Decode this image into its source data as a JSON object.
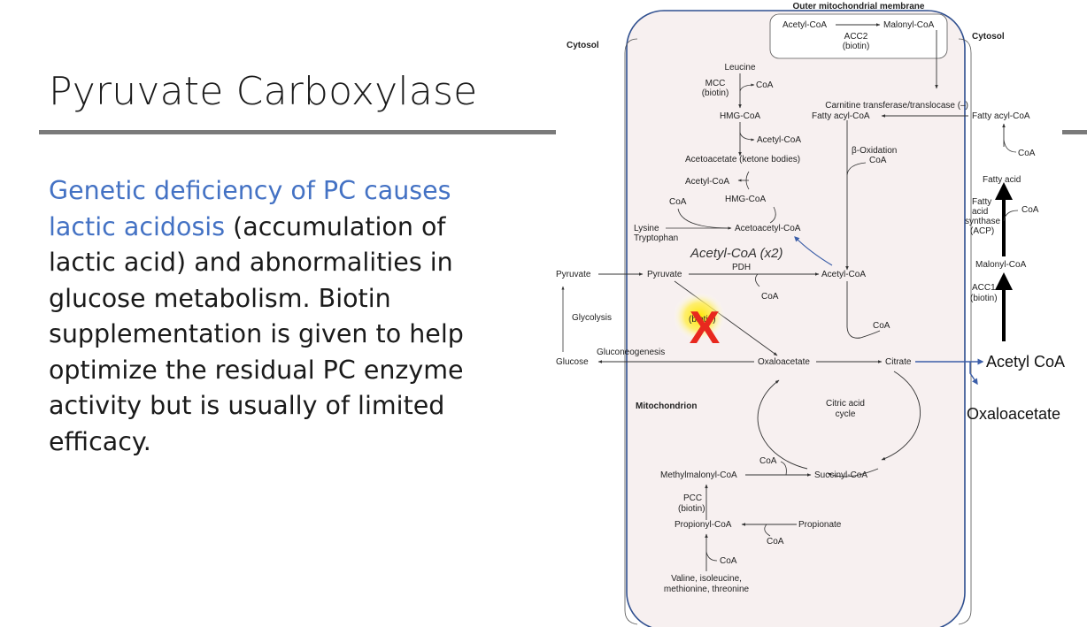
{
  "slide": {
    "title": "Pyruvate Carboxylase",
    "body_highlight": "Genetic deficiency of PC causes lactic acidosis",
    "body_rest": " (accumulation of lactic acid) and abnormalities in glucose metabolism.  Biotin supplementation is given to help optimize the residual PC enzyme activity but is usually of limited efficacy."
  },
  "diagram": {
    "outer_membrane": "Outer mitochondrial membrane",
    "cytosol_left": "Cytosol",
    "cytosol_right": "Cytosol",
    "mitochondrion": "Mitochondrion",
    "acetyl_coa_top": "Acetyl-CoA",
    "malonyl_coa_top": "Malonyl-CoA",
    "acc2": "ACC2",
    "acc2_biotin": "(biotin)",
    "leucine": "Leucine",
    "mcc": "MCC",
    "mcc_biotin": "(biotin)",
    "coa_leucine": "CoA",
    "hmg_coa": "HMG-CoA",
    "acetyl_coa_side": "Acetyl-CoA",
    "acetoacetate": "Acetoacetate (ketone bodies)",
    "acetyl_coa_ket": "Acetyl-CoA",
    "coa_ket": "CoA",
    "hmg_coa_2": "HMG-CoA",
    "lysine": "Lysine",
    "tryptophan": "Tryptophan",
    "acetoacetyl_coa": "Acetoacetyl-CoA",
    "carnitine": "Carnitine transferase/translocase (–)",
    "fatty_acyl_coa_in": "Fatty acyl-CoA",
    "fatty_acyl_coa_out": "Fatty acyl-CoA",
    "beta_ox": "β-Oxidation",
    "beta_coa": "CoA",
    "coa_fa": "CoA",
    "fatty_acid": "Fatty acid",
    "fas_1": "Fatty",
    "fas_2": "acid",
    "fas_3": "synthase",
    "fas_4": "(ACP)",
    "coa_fas": "CoA",
    "malonyl_coa_bottom": "Malonyl-CoA",
    "acc1": "ACC1",
    "acc1_biotin": "(biotin)",
    "pyruvate_out": "Pyruvate",
    "pyruvate_in": "Pyruvate",
    "pdh": "PDH",
    "coa_pdh": "CoA",
    "acetyl_coa_main": "Acetyl-CoA",
    "glycolysis": "Glycolysis",
    "gluconeogenesis": "Gluconeogenesis",
    "glucose": "Glucose",
    "pc_biotin": "(biotin)",
    "oxaloacetate": "Oxaloacetate",
    "citrate": "Citrate",
    "coa_citrate": "CoA",
    "cac_1": "Citric acid",
    "cac_2": "cycle",
    "coa_succ": "CoA",
    "succinyl_coa": "Succinyl-CoA",
    "methylmalonyl": "Methylmalonyl-CoA",
    "pcc": "PCC",
    "pcc_biotin": "(biotin)",
    "propionyl": "Propionyl-CoA",
    "propionate": "Propionate",
    "coa_prop": "CoA",
    "coa_val": "CoA",
    "valine_1": "Valine, isoleucine,",
    "valine_2": "methionine, threonine"
  },
  "annotations": {
    "acetyl_coa_x2": "Acetyl-CoA (x2)",
    "acetyl_coa_out": "Acetyl CoA",
    "oxaloacetate_out": "Oxaloacetate",
    "block_mark": "X"
  },
  "colors": {
    "accent_blue": "#4472c4",
    "block_red": "#e8281e",
    "highlight_yellow": "#ffe600",
    "membrane": "#2f4f8f",
    "mito_fill": "#f7f0f0"
  }
}
